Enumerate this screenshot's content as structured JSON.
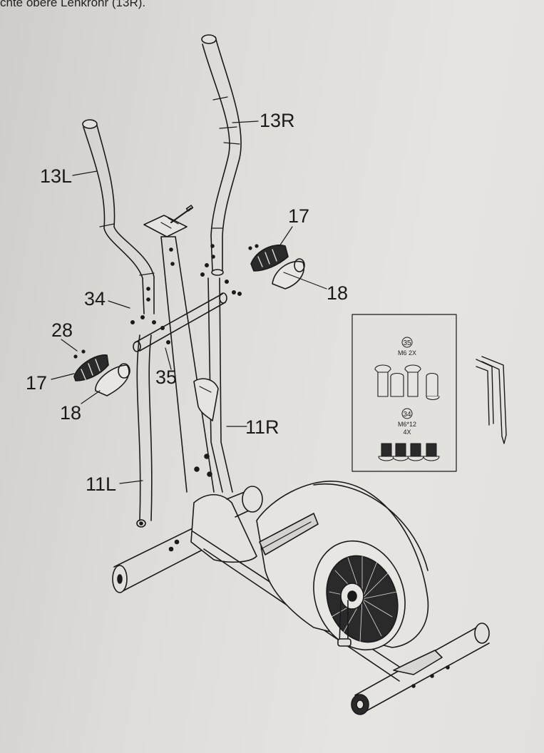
{
  "header": {
    "text": "chte obere Lenkrohr (13R)."
  },
  "labels": {
    "l13R": "13R",
    "l13L": "13L",
    "l17a": "17",
    "l18a": "18",
    "l34": "34",
    "l28": "28",
    "l17b": "17",
    "l35": "35",
    "l18b": "18",
    "l11R": "11R",
    "l11L": "11L"
  },
  "hardware_box": {
    "part35_number": "35",
    "part35_spec": "M6  2X",
    "part34_number": "34",
    "part34_spec": "M6*12",
    "part34_qty": "4X"
  },
  "icons": {
    "allen_key": "allen-key-icon",
    "bolt": "bolt-icon",
    "screw": "screw-icon"
  },
  "colors": {
    "line": "#1a1a1a",
    "paper": "#dedcd8",
    "dark_fill": "#2a2a2a"
  }
}
